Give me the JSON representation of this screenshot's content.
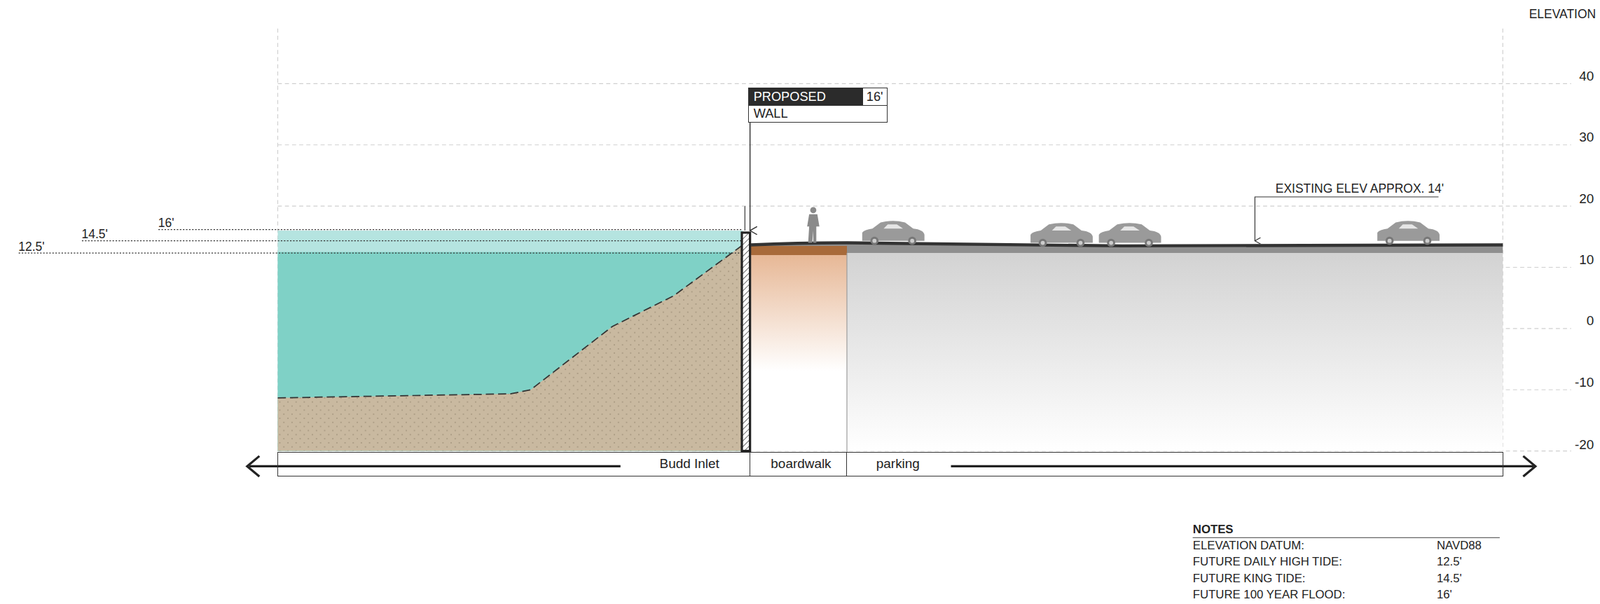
{
  "diagram": {
    "nodes": [
      {
        "text": [
          "PROPOSED",
          "16'",
          "WALL"
        ]
      },
      {
        "text": [
          "Budd Inlet"
        ]
      },
      {
        "text": [
          "boardwalk"
        ]
      },
      {
        "text": [
          "parking"
        ]
      }
    ],
    "labels": [
      "ELEVATION",
      "40",
      "30",
      "20",
      "10",
      "0",
      "-10",
      "-20",
      "16'",
      "14.5'",
      "12.5'",
      "EXISTING ELEV APPROX. 14'",
      "NOTES",
      "ELEVATION DATUM:",
      "NAVD88",
      "FUTURE DAILY HIGH TIDE:",
      "12.5'",
      "FUTURE KING TIDE:",
      "14.5'",
      "FUTURE 100 YEAR FLOOD:",
      "16'"
    ]
  }
}
